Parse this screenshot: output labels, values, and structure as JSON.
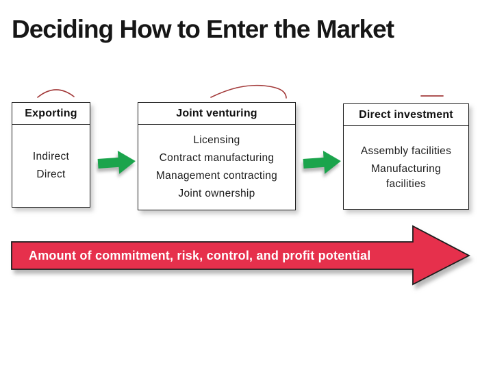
{
  "slide": {
    "title": "Deciding How to Enter the Market"
  },
  "boxes": [
    {
      "header": "Exporting",
      "items": [
        "Indirect",
        "Direct"
      ]
    },
    {
      "header": "Joint venturing",
      "items": [
        "Licensing",
        "Contract manufacturing",
        "Management contracting",
        "Joint ownership"
      ]
    },
    {
      "header": "Direct investment",
      "items": [
        "Assembly facilities",
        "Manufacturing facilities"
      ]
    }
  ],
  "connectors": {
    "between_boxes": "green-right-arrow-icon"
  },
  "annotations": {
    "marks": [
      "pen-arc-over-exporting",
      "pen-swoosh-over-joint-venturing",
      "pen-dash-over-direct-investment"
    ]
  },
  "bottom_arrow": {
    "label": "Amount of commitment, risk, control, and profit potential",
    "direction": "right"
  },
  "colors": {
    "green_arrow": "#1BA44C",
    "red_arrow": "#E6304C",
    "pen_red": "#A33B3B",
    "ink": "#1c1c1c"
  }
}
